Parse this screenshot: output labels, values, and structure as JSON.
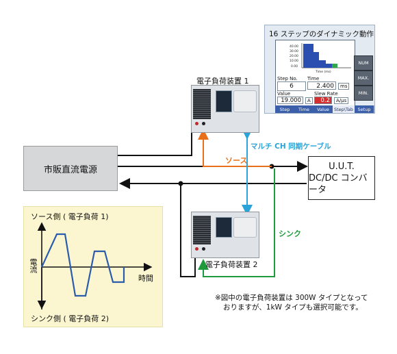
{
  "power_supply": {
    "label": "市販直流電源"
  },
  "uut": {
    "line1": "U.U.T.",
    "line2": "DC/DC コンバータ"
  },
  "load1": {
    "label": "電子負荷装置 1"
  },
  "load2": {
    "label": "電子負荷装置 2"
  },
  "cable_label": "マルチ CH 同期ケーブル",
  "source_label": "ソース",
  "sink_label": "シンク",
  "inset_title": "16 ステップのダイナミック動作",
  "inset_screen": {
    "softkeys": [
      "NUM",
      "MAX.",
      "MIN."
    ],
    "tabs": [
      "Step",
      "Time",
      "Value",
      "Step\\Tab",
      "Setup"
    ],
    "step_label": "Step No.",
    "step_value": "6",
    "time_label": "Time",
    "time_value": "2.400",
    "time_unit": "ms",
    "value_label": "Value",
    "value_value": "19.000",
    "value_unit": "A",
    "slew_label": "Slew Rate",
    "slew_value": "0.2",
    "slew_unit": "A/μs",
    "xlabel": "Time (ms)"
  },
  "waveform_panel": {
    "top_label": "ソース側 ( 電子負荷 1)",
    "bottom_label": "シンク側 ( 電子負荷 2)",
    "y_axis_label": "電流",
    "x_axis_label": "時間"
  },
  "note": {
    "line1": "※図中の電子負荷装置は 300W タイプとなって",
    "line2": "おりますが、1kW タイプも選択可能です。"
  },
  "colors": {
    "source": "#e8701a",
    "sink": "#1e9a3c",
    "sync": "#2aa3d8",
    "wave": "#2a5cad",
    "panel": "#fbf6d0"
  }
}
